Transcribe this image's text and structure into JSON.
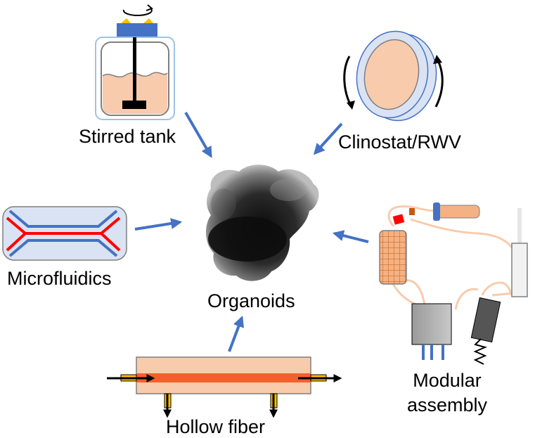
{
  "labels": {
    "stirred_tank": "Stirred tank",
    "clinostat": "Clinostat/RWV",
    "microfluidics": "Microfluidics",
    "organoids": "Organoids",
    "hollow_fiber": "Hollow fiber",
    "modular_line1": "Modular",
    "modular_line2": "assembly"
  },
  "colors": {
    "arrow": "#4472c4",
    "medium": "#f8cbad",
    "blue": "#4472c4",
    "red": "#ff0000",
    "yellow": "#ffc000",
    "fiber": "#f4602c",
    "vessel_border": "#7f7f7f",
    "rwv_rim": "#dae3f3"
  },
  "icons": [
    "rotation-arrow-icon",
    "impeller-icon"
  ]
}
